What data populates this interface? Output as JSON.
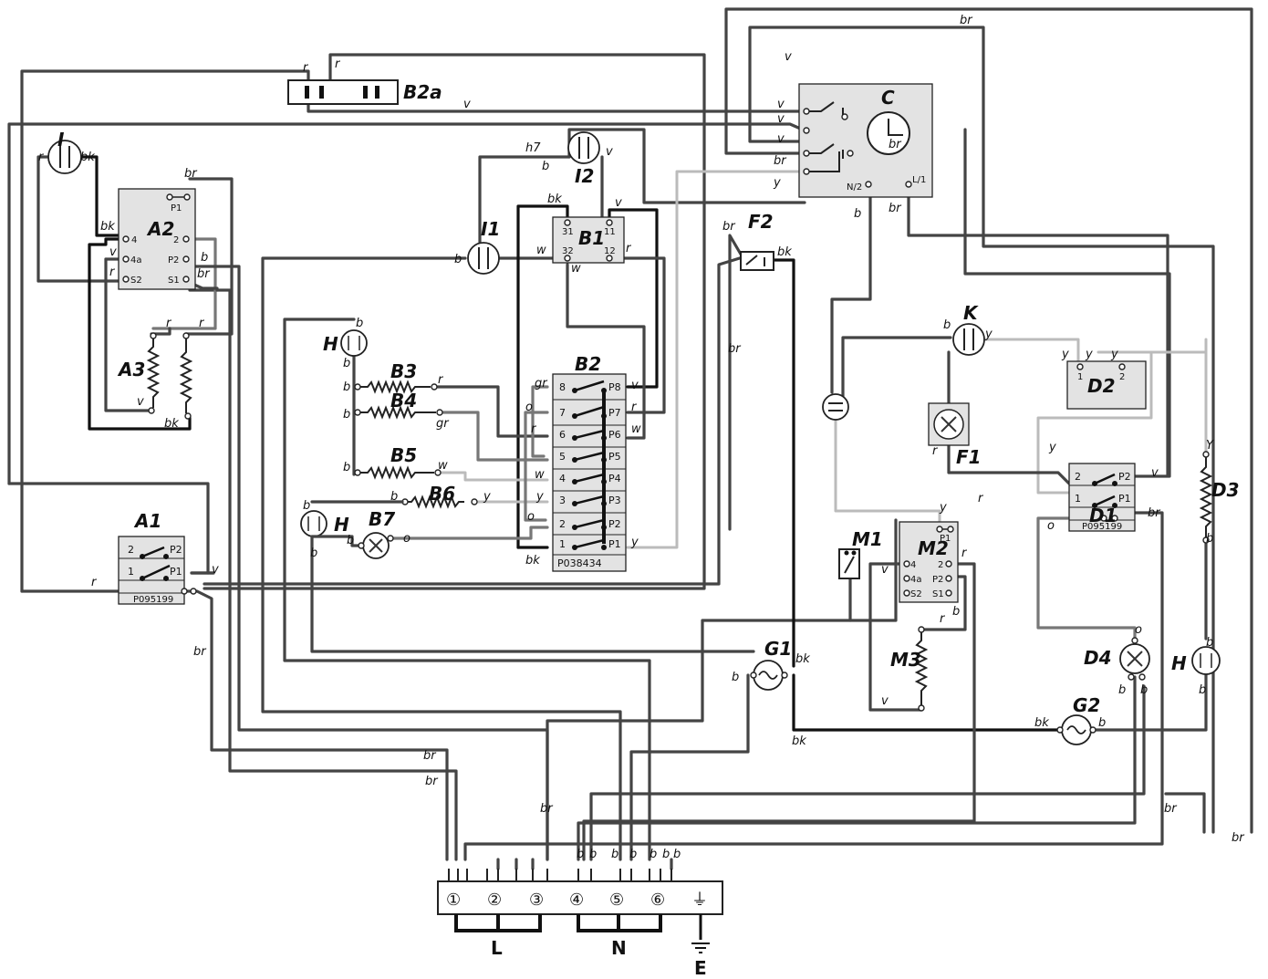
{
  "components": {
    "B2a": "B2a",
    "C": "C",
    "I": "I",
    "I2": "I2",
    "I1": "I1",
    "A2": "A2",
    "A3": "A3",
    "B1": "B1",
    "B2": "B2",
    "B3": "B3",
    "B4": "B4",
    "B5": "B5",
    "B6": "B6",
    "B7": "B7",
    "H_top": "H",
    "H_mid": "H",
    "H_right": "H",
    "F2": "F2",
    "K": "K",
    "D2": "D2",
    "F1": "F1",
    "D1": "D1",
    "D3": "D3",
    "A1": "A1",
    "M1": "M1",
    "M2": "M2",
    "M3": "M3",
    "G1": "G1",
    "G2": "G2",
    "D4": "D4"
  },
  "part_codes": {
    "A1": "P095199",
    "D1": "P095199",
    "B2": "P038434"
  },
  "pins": {
    "A2": [
      "P1",
      "4",
      "2",
      "4a",
      "P2",
      "S2",
      "S1"
    ],
    "M2": [
      "P1",
      "4",
      "2",
      "4a",
      "P2",
      "S2",
      "S1"
    ],
    "B1": [
      "31",
      "11",
      "32",
      "12"
    ],
    "B2_left": [
      "8",
      "7",
      "6",
      "5",
      "4",
      "3",
      "2",
      "1"
    ],
    "B2_right": [
      "P8",
      "P7",
      "P6",
      "P5",
      "P4",
      "P3",
      "P2",
      "P1"
    ],
    "A1": [
      "2",
      "P2",
      "1",
      "P1"
    ],
    "D1": [
      "2",
      "P2",
      "1",
      "P1"
    ],
    "D2": [
      "1",
      "2"
    ],
    "C": [
      "N/2",
      "L/1"
    ]
  },
  "wire_codes": {
    "r": "r",
    "v": "v",
    "b": "b",
    "bk": "bk",
    "br": "br",
    "y": "y",
    "Y": "Y",
    "w": "w",
    "gr": "gr",
    "o": "o",
    "h7": "h7"
  },
  "terminal_block": {
    "numbers": [
      "①",
      "②",
      "③",
      "④",
      "⑤",
      "⑥"
    ],
    "earth_symbol": "⏚",
    "groups": {
      "L": "L",
      "N": "N",
      "E": "E"
    }
  }
}
